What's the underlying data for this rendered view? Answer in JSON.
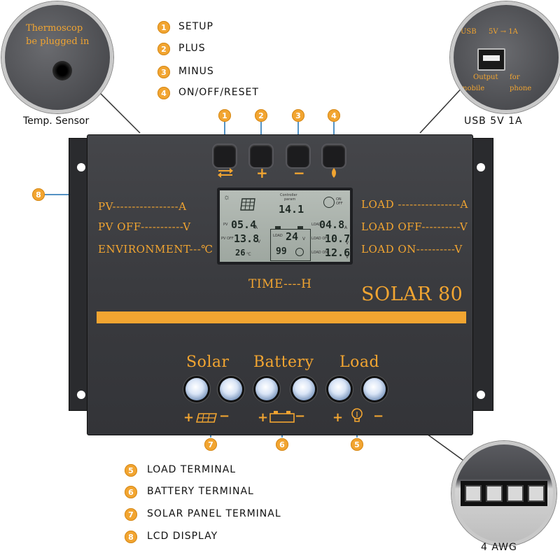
{
  "legend_top": [
    {
      "num": "1",
      "label": "SETUP"
    },
    {
      "num": "2",
      "label": "PLUS"
    },
    {
      "num": "3",
      "label": "MINUS"
    },
    {
      "num": "4",
      "label": "ON/OFF/RESET"
    }
  ],
  "legend_bottom": [
    {
      "num": "5",
      "label": "LOAD  TERMINAL"
    },
    {
      "num": "6",
      "label": "BATTERY  TERMINAL"
    },
    {
      "num": "7",
      "label": "SOLAR  PANEL  TERMINAL"
    },
    {
      "num": "8",
      "label": "LCD  DISPLAY"
    }
  ],
  "callouts": {
    "temp": {
      "line1": "Thermoscop",
      "line2": "be plugged in",
      "caption": "Temp.  Sensor"
    },
    "usb": {
      "top_left": "USB",
      "top_right": "5V → 1A",
      "output": "Output",
      "for": "for",
      "mobile": "mobile",
      "phone": "phone",
      "caption": "USB  5V  1A"
    },
    "awg": {
      "caption": "4  AWG"
    }
  },
  "button_badges": [
    "1",
    "2",
    "3",
    "4"
  ],
  "lcd_badge": "8",
  "terminal_badges": {
    "solar": "7",
    "battery": "6",
    "load": "5"
  },
  "panel": {
    "left_labels": [
      "PV-----------------A",
      "PV  OFF-----------V",
      "ENVIRONMENT---℃"
    ],
    "right_labels": [
      "LOAD ----------------A",
      "LOAD OFF----------V",
      "LOAD ON----------V"
    ],
    "time_label": "TIME----H",
    "model": "SOLAR 80",
    "terminal_groups": [
      "Solar",
      "Battery",
      "Load"
    ]
  },
  "lcd": {
    "header_small": "Controller",
    "header_small2": "param",
    "top_value": "14.1",
    "pv_value": "05.4",
    "pv_unit": "A",
    "pv_off_value": "13.8",
    "pv_off_unit": "V",
    "temp_value": "26",
    "temp_unit": "℃",
    "battery_value": "24",
    "battery_unit": "V",
    "battery_percent": "99",
    "load_value": "04.8",
    "load_unit": "A",
    "load_off_value": "10.7",
    "load_off_unit": "V",
    "load_on_value": "12.6",
    "load_on_unit": "V",
    "on_off": "ON OFF",
    "label_pv": "PV",
    "label_pv_off": "PV OFF",
    "label_load": "LOAD",
    "label_load_off": "LOAD OFF",
    "label_load_on": "LOAD ON",
    "label_load_on2": "LOAD ON"
  },
  "colors": {
    "accent": "#f2a531",
    "panel": "#3b3c40",
    "lcd": "#a9b2ac",
    "badge": "#f2a531"
  },
  "icons": [
    "setup-icon",
    "plus-icon",
    "minus-icon",
    "power-icon",
    "solar-panel-icon",
    "battery-icon",
    "bulb-icon",
    "sun-icon"
  ]
}
